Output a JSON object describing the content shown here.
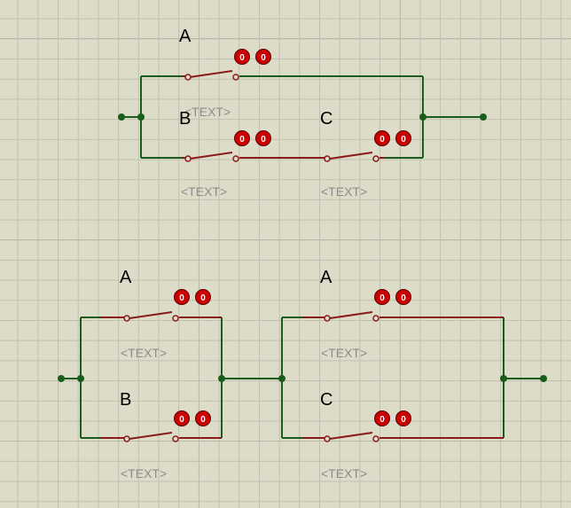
{
  "schematic": {
    "circuit1": {
      "switch_a": {
        "label": "A",
        "text": "<TEXT>",
        "state_pins": [
          "0",
          "0"
        ]
      },
      "switch_b": {
        "label": "B",
        "text": "<TEXT>",
        "state_pins": [
          "0",
          "0"
        ]
      },
      "switch_c": {
        "label": "C",
        "text": "<TEXT>",
        "state_pins": [
          "0",
          "0"
        ]
      }
    },
    "circuit2": {
      "switch_a": {
        "label": "A",
        "text": "<TEXT>",
        "state_pins": [
          "0",
          "0"
        ]
      },
      "switch_b": {
        "label": "B",
        "text": "<TEXT>",
        "state_pins": [
          "0",
          "0"
        ]
      }
    },
    "circuit3": {
      "switch_a": {
        "label": "A",
        "text": "<TEXT>",
        "state_pins": [
          "0",
          "0"
        ]
      },
      "switch_c": {
        "label": "C",
        "text": "<TEXT>",
        "state_pins": [
          "0",
          "0"
        ]
      }
    },
    "colors": {
      "background": "#dcdcc8",
      "grid": "#c0c0b0",
      "wire": "#1a5c1a",
      "switch": "#8b1a1a",
      "pin_fill": "#cc0000",
      "text_placeholder": "#8c8c8c"
    }
  }
}
